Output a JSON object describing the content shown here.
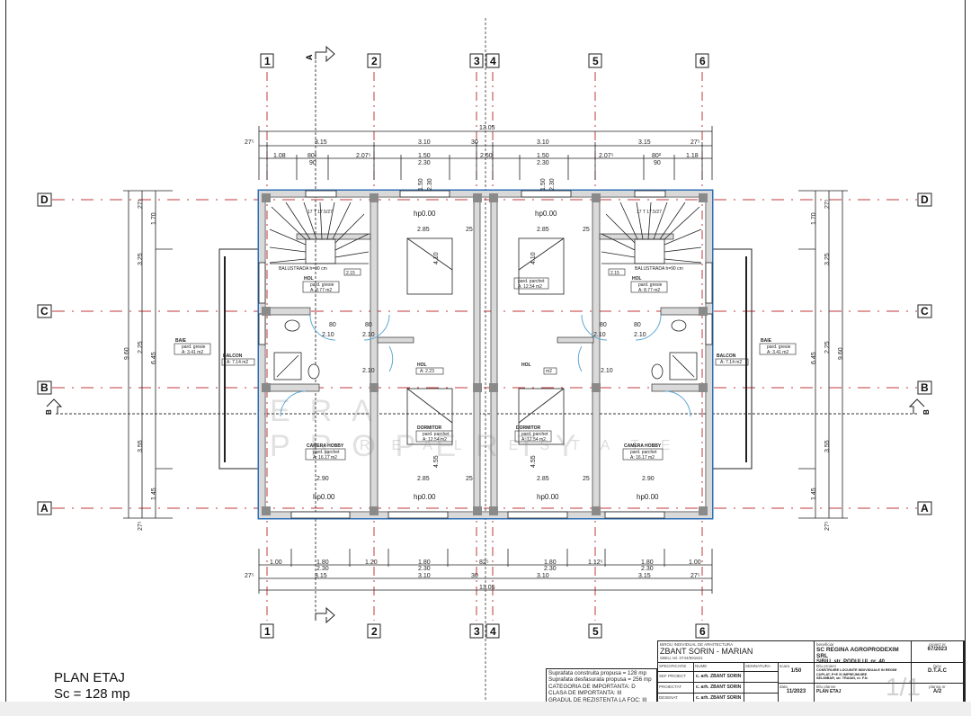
{
  "drawing": {
    "title": "PLAN ETAJ",
    "scale_area": "Sc = 128 mp",
    "grid_columns": [
      "1",
      "2",
      "3",
      "4",
      "5",
      "6"
    ],
    "grid_rows": [
      "D",
      "C",
      "B",
      "A"
    ],
    "section_markers": {
      "vertical": "A",
      "horizontal": "B"
    },
    "top_dims": {
      "overall": "13.05",
      "row2": [
        "27⁵",
        "3.15",
        "3.10",
        "30",
        "3.10",
        "3.15",
        "27⁵"
      ],
      "row3": [
        "1.08",
        "80²",
        "90",
        "2.07⁵",
        "1.50",
        "2.30",
        "2.60",
        "1.50",
        "2.30",
        "2.07⁵",
        "80²",
        "90",
        "1.18"
      ]
    },
    "bottom_dims": {
      "row1": [
        "1.00",
        "1.80",
        "2.30",
        "1.20",
        "1.80",
        "2.30",
        "82⁵",
        "1.80",
        "2.30",
        "1.12⁵",
        "1.80",
        "2.30",
        "1.00"
      ],
      "row2": [
        "27⁵",
        "3.15",
        "3.10",
        "30",
        "3.10",
        "3.15",
        "27⁵"
      ],
      "overall": "13.05"
    },
    "left_dims": [
      "27⁵",
      "3.25",
      "2.25",
      "3.55",
      "27⁵",
      "1.70",
      "6.45",
      "1.45",
      "9.60"
    ],
    "right_dims": [
      "27⁵",
      "1.70",
      "3.25",
      "2.25",
      "6.45",
      "9.60",
      "3.55",
      "1.45",
      "27⁵"
    ],
    "rooms": {
      "hol_left": {
        "name": "HOL",
        "finish": "pard. gresie",
        "area": "A: 8.77 m2"
      },
      "hol_right": {
        "name": "HOL",
        "finish": "pard. gresie",
        "area": "A: 8.77 m2"
      },
      "baie_left": {
        "name": "BAIE",
        "finish": "pard. gresie",
        "area": "A: 3.41 m2"
      },
      "baie_right": {
        "name": "BAIE",
        "finish": "pard. gresie",
        "area": "A: 3.41 m2"
      },
      "balcon_left": {
        "name": "BALCON",
        "area": "A: 7.14 m2"
      },
      "balcon_right": {
        "name": "BALCON",
        "area": "A: 7.14 m2"
      },
      "hol_center_left": {
        "name": "HOL",
        "area": "A: 2.23"
      },
      "hol_center_right": {
        "name": "HOL",
        "area": "m2"
      },
      "dormitor_top_left": {
        "finish": "pard. parchet",
        "area": "A: 12.54 m2"
      },
      "dormitor_top_right": {
        "finish": "pard. parchet",
        "area": "A: 12.54 m2"
      },
      "dormitor_left": {
        "name": "DORMITOR",
        "finish": "pard. parchet",
        "area": "A: 12.54 m2"
      },
      "dormitor_right": {
        "name": "DORMITOR",
        "finish": "pard. parchet",
        "area": "A: 12.54 m2"
      },
      "hobby_left": {
        "name": "CAMERA HOBBY",
        "finish": "pard. parchet",
        "area": "A: 16.17 m2"
      },
      "hobby_right": {
        "name": "CAMERA HOBBY",
        "finish": "pard. parchet",
        "area": "A: 16.17 m2"
      },
      "balustrada": "BALUSTRADA h=90 cm",
      "stairs": "17 T 17.5/27"
    },
    "interior_labels": {
      "hp": "hp0.00",
      "door_w": "80",
      "door_h": "2.10",
      "room_w1": "2.85",
      "room_w2": "2.90",
      "wall": "25",
      "win": "1.50",
      "win_h": "2.30",
      "depth": "4.10",
      "depth2": "4.55",
      "tag": "2.15"
    }
  },
  "notes": {
    "line1": "Suprafata construita propusa = 128 mp",
    "line2": "Suprafata desfasurata propusa = 256 mp",
    "line3": "CATEGORIA DE IMPORTANTA: D",
    "line4": "CLASA DE IMPORTANTA: III",
    "line5": "GRADUL DE REZISTENTA LA FOC: III"
  },
  "title_block": {
    "office_caption": "BIROU INDIVIDUAL DE ARHITECTURA",
    "architect": "ZBANT SORIN - MARIAN",
    "address_small": "SIBIU, tel. 0744/591621",
    "spec_header": "SPECIFICATIE",
    "name_header": "NUME",
    "sign_header": "SEMNATURA",
    "rows": [
      {
        "role": "SEF PROIECT",
        "name": "c. arh. ZBANT SORIN"
      },
      {
        "role": "PROIECTAT",
        "name": "c. arh. ZBANT SORIN"
      },
      {
        "role": "DESENAT",
        "name": "c. arh. ZBANT SORIN"
      }
    ],
    "scale_caption": "scara",
    "scale": "1/50",
    "date_caption": "data",
    "date": "11/2023",
    "beneficiary_caption": "beneficiar",
    "beneficiary": "SC REGINA AGROPRODEXIM SRL",
    "beneficiary_address": "SIBIU, str. PODULUI, nr. 40",
    "project_title_caption": "titlu proiect",
    "project_title": "CONSTRUIRE LOCUINTE INDIVIDUALE IN REGIM CUPLAT, P+E SI IMPREJMUIRE",
    "project_location": "SELIMBAR, str. TRAIAN, nr. F.N.",
    "sheet_title_caption": "titlu planse",
    "sheet_title": "PLAN ETAJ",
    "project_no_caption": "proiect nr",
    "project_no": "67/2023",
    "phase_caption": "faza",
    "phase": "D.T.A.C",
    "sheet_no_caption": "plansa nr",
    "sheet_no": "A/2",
    "page_counter": "1/1"
  },
  "watermark": {
    "main": "ERA PROPERTY",
    "sub": "REAL ESTATE"
  },
  "colors": {
    "axis": "#c0393b",
    "wall_insulation": "#2e6fb5",
    "wall_fill": "#d9d9d9",
    "column": "#888888",
    "door_arc": "#5fa8d3"
  }
}
